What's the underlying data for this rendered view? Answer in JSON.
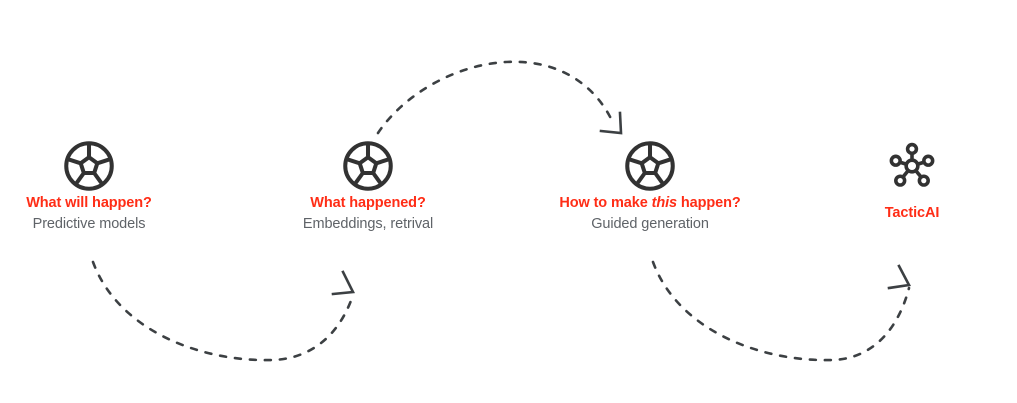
{
  "diagram": {
    "type": "process-flow",
    "background_color": "#ffffff",
    "accent_color": "#FF2D16",
    "subtitle_color": "#5F6368",
    "icon_color": "#323232",
    "arrow_color": "#3C4043",
    "stages": [
      {
        "id": "predictive",
        "icon": "soccer-ball-icon",
        "title": "What will happen?",
        "title_html": "What will happen?",
        "subtitle": "Predictive models"
      },
      {
        "id": "retrieval",
        "icon": "soccer-ball-icon",
        "title": "What happened?",
        "title_html": "What happened?",
        "subtitle": "Embeddings, retrival"
      },
      {
        "id": "generation",
        "icon": "soccer-ball-icon",
        "title": "How to make this happen?",
        "title_html": "How to make <em>this</em> happen?",
        "subtitle": "Guided generation"
      },
      {
        "id": "tacticai",
        "icon": "graph-network-icon",
        "title": "TacticAI",
        "title_html": "TacticAI",
        "subtitle": ""
      }
    ],
    "arrows": [
      {
        "id": "arrow-predictive-to-retrieval",
        "from": "predictive",
        "to": "retrieval",
        "style": "dashed-arc-below",
        "direction": "right"
      },
      {
        "id": "arrow-retrieval-to-generation",
        "from": "retrieval",
        "to": "generation",
        "style": "dashed-arc-above",
        "direction": "right"
      },
      {
        "id": "arrow-generation-to-tacticai",
        "from": "generation",
        "to": "tacticai",
        "style": "dashed-arc-below",
        "direction": "right"
      }
    ]
  }
}
